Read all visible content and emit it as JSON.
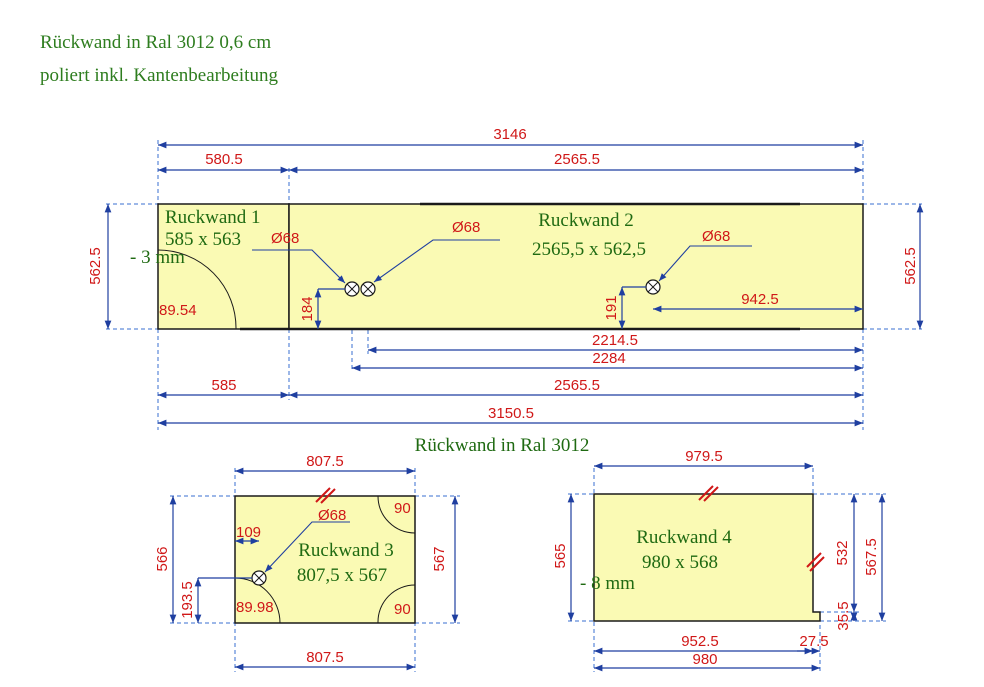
{
  "title": {
    "line1": "Rückwand in Ral 3012 0,6 cm",
    "line2": "poliert inkl. Kantenbearbeitung"
  },
  "section_title": "Rückwand in Ral 3012",
  "panels": {
    "p1": {
      "name": "Ruckwand 1",
      "size": "585 x 563",
      "note": "- 3 mm",
      "angle": "89.54"
    },
    "p2": {
      "name": "Ruckwand 2",
      "size": "2565,5 x 562,5"
    },
    "p3": {
      "name": "Ruckwand 3",
      "size": "807,5 x 567",
      "angle": "89.98",
      "corner_top": "90",
      "corner_bottom": "90"
    },
    "p4": {
      "name": "Ruckwand 4",
      "size": "980 x 568",
      "note": "- 8 mm"
    }
  },
  "dims_top": {
    "overall_top": "3146",
    "seg1_top": "580.5",
    "seg2_top": "2565.5",
    "height_left": "562.5",
    "height_right": "562.5",
    "hole_a": "Ø68",
    "hole_b": "Ø68",
    "hole_c": "Ø68",
    "hole_height_a": "184",
    "hole_height_c": "191",
    "hole_c_right": "942.5",
    "hole_b_right": "2214.5",
    "hole_a_right": "2284",
    "seg1_bottom": "585",
    "seg2_bottom": "2565.5",
    "overall_bottom": "3150.5"
  },
  "dims_p3": {
    "width_top": "807.5",
    "width_bottom": "807.5",
    "height_left": "566",
    "height_right": "567",
    "hole": "Ø68",
    "hole_x": "109",
    "hole_y": "193.5"
  },
  "dims_p4": {
    "width_top": "979.5",
    "height_left": "565",
    "height_right_a": "532",
    "height_right_b": "567.5",
    "notch_h": "35.5",
    "bottom_a": "952.5",
    "bottom_b": "27.5",
    "bottom_total": "980"
  },
  "colors": {
    "panel_fill": "#fafab4",
    "dimension_text": "#d01818",
    "dimension_line": "#1f3fa0",
    "title_text": "#2e7d1f"
  }
}
